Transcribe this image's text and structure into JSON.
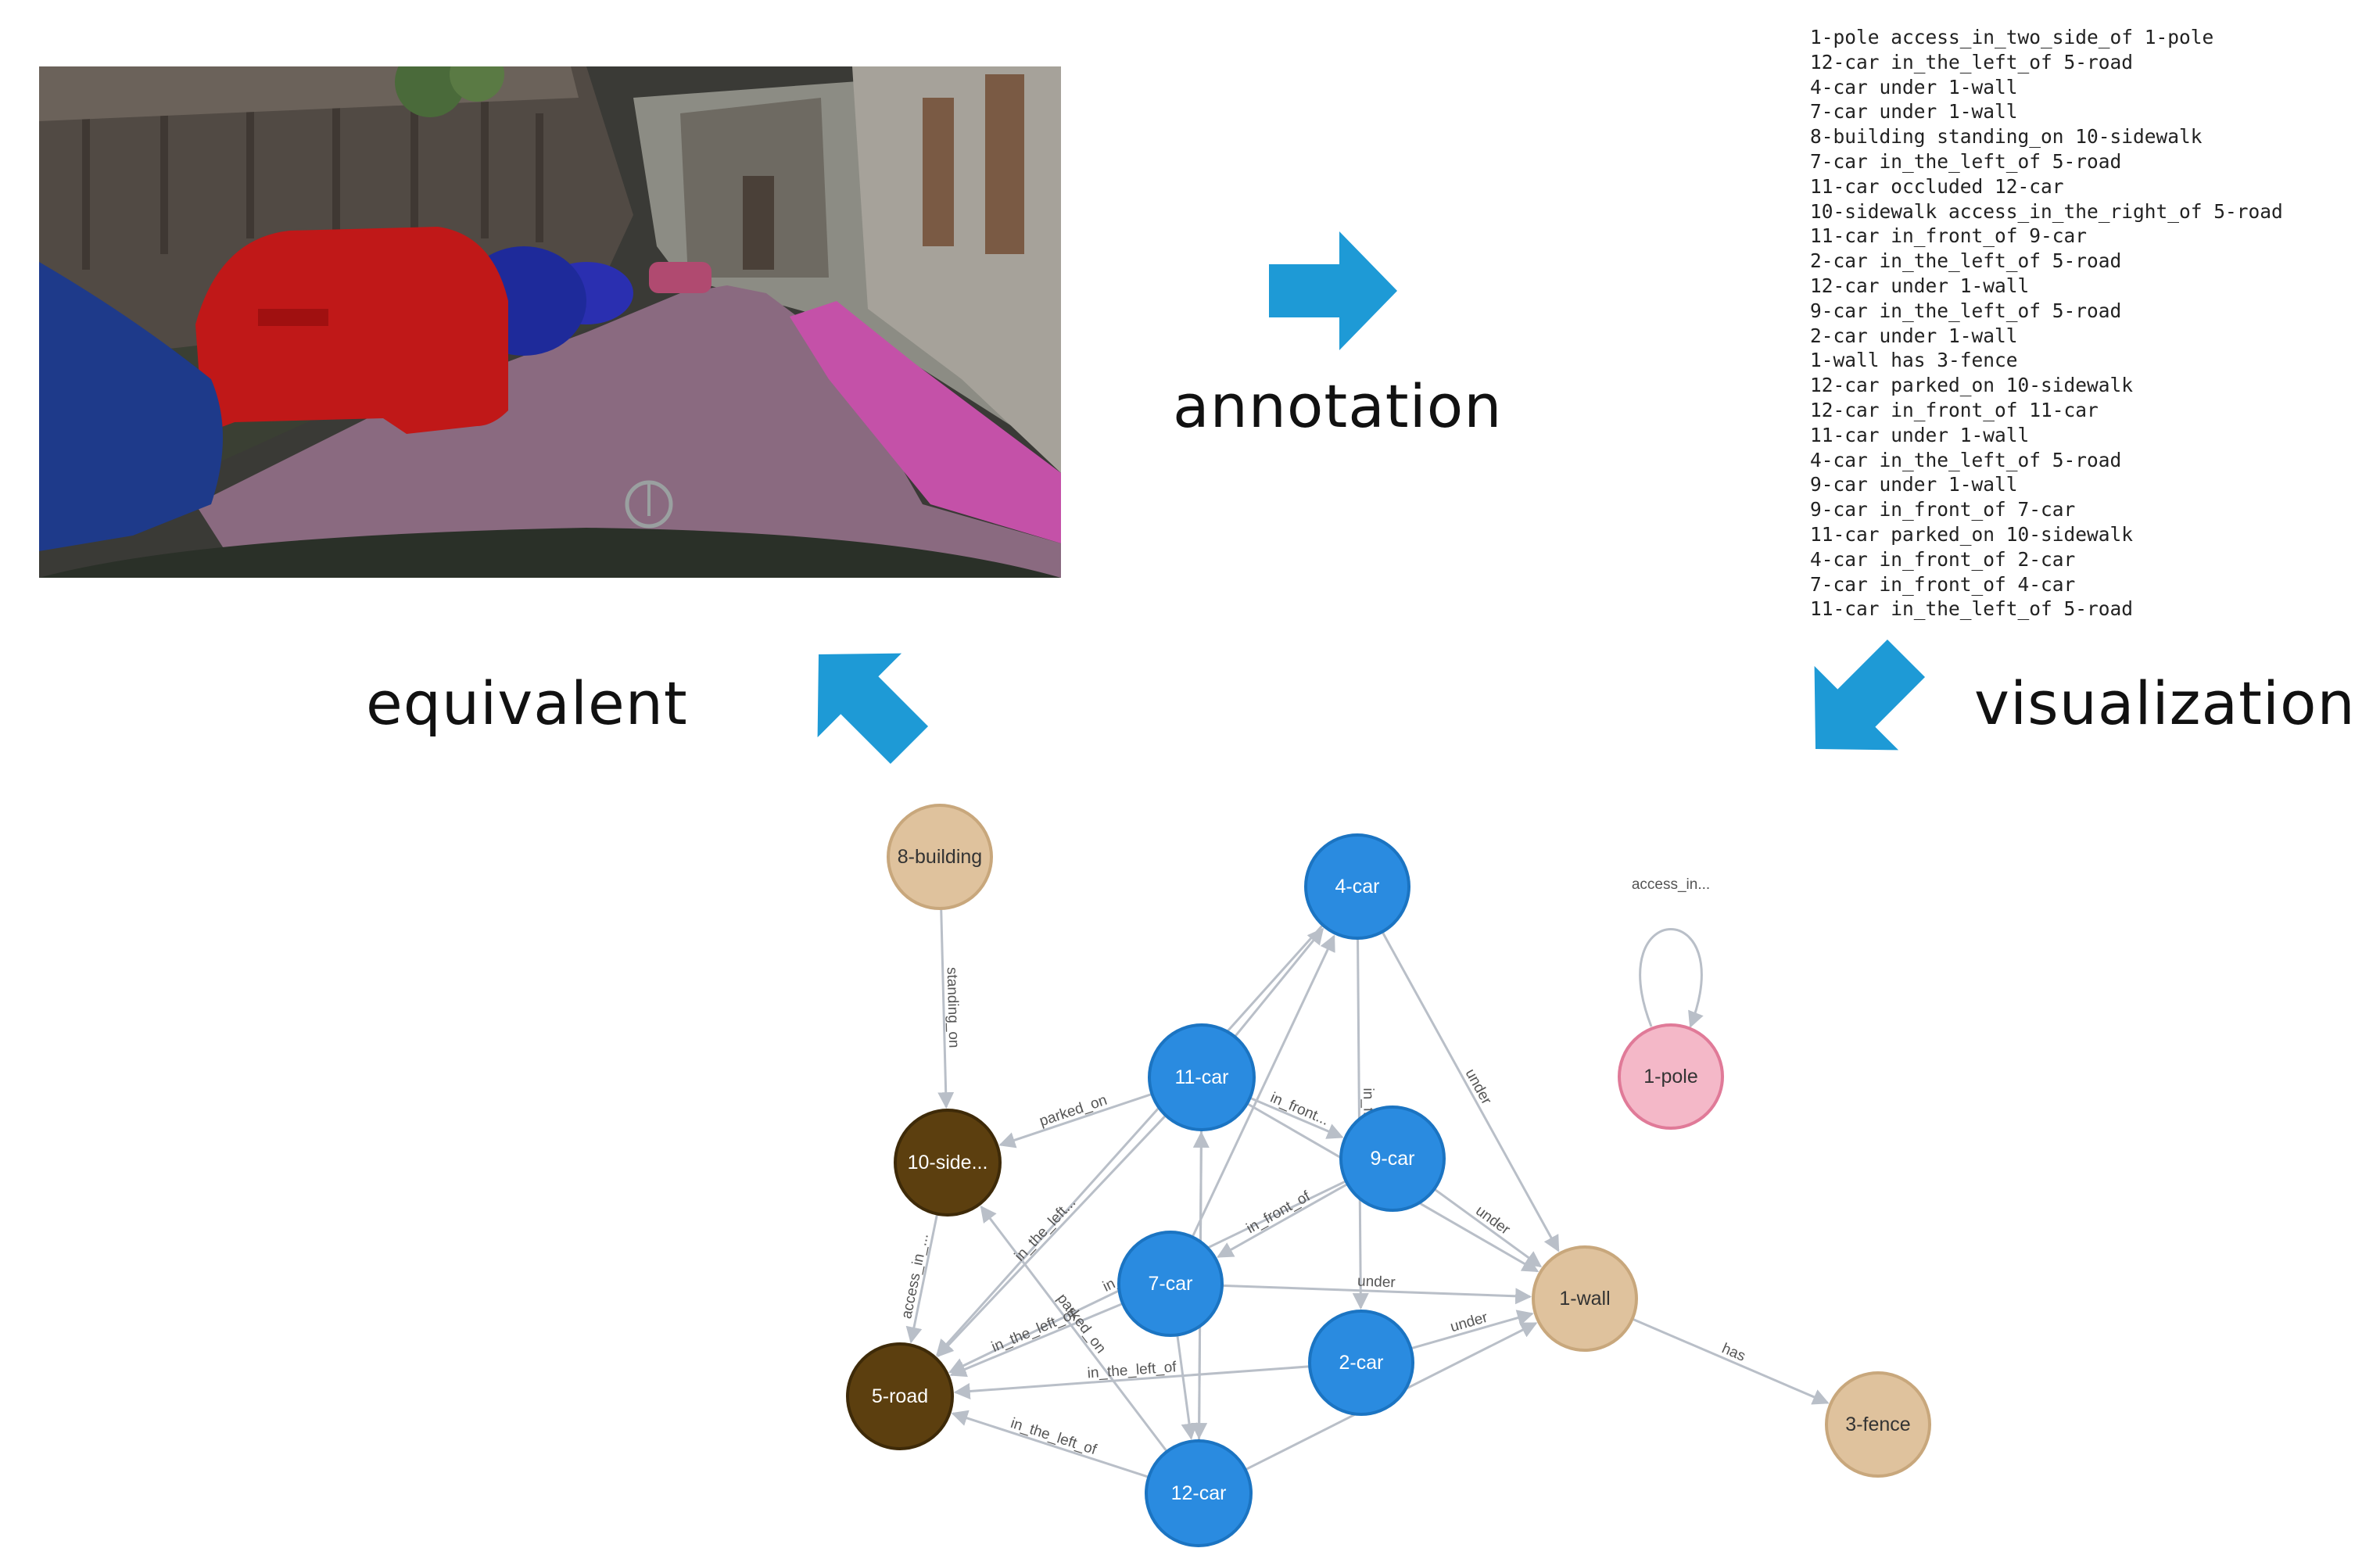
{
  "labels": {
    "annotation": "annotation",
    "visualization": "visualization",
    "equivalent": "equivalent"
  },
  "colors": {
    "arrow": "#1e9ad6",
    "car": "#2a8be0",
    "car_stroke": "#1b74c2",
    "road": "#5c3f0f",
    "tan": "#dfc29d",
    "tan_stroke": "#c8a77c",
    "pole": "#f4b8c8",
    "pole_stroke": "#e07a98"
  },
  "relations": [
    "1-pole access_in_two_side_of 1-pole",
    "12-car in_the_left_of 5-road",
    "4-car under 1-wall",
    "7-car under 1-wall",
    "8-building standing_on 10-sidewalk",
    "7-car in_the_left_of 5-road",
    "11-car occluded 12-car",
    "10-sidewalk access_in_the_right_of 5-road",
    "11-car in_front_of 9-car",
    "2-car in_the_left_of 5-road",
    "12-car under 1-wall",
    "9-car in_the_left_of 5-road",
    "2-car under 1-wall",
    "1-wall has 3-fence",
    "12-car parked_on 10-sidewalk",
    "12-car in_front_of 11-car",
    "11-car under 1-wall",
    "4-car in_the_left_of 5-road",
    "9-car under 1-wall",
    "9-car in_front_of 7-car",
    "11-car parked_on 10-sidewalk",
    "4-car in_front_of 2-car",
    "7-car in_front_of 4-car",
    "11-car in_the_left_of 5-road"
  ],
  "graph": {
    "nodes": [
      {
        "id": "8-building",
        "label": "8-building",
        "kind": "tan"
      },
      {
        "id": "4-car",
        "label": "4-car",
        "kind": "car"
      },
      {
        "id": "11-car",
        "label": "11-car",
        "kind": "car"
      },
      {
        "id": "9-car",
        "label": "9-car",
        "kind": "car"
      },
      {
        "id": "10-sidewalk",
        "label": "10-side...",
        "kind": "road"
      },
      {
        "id": "7-car",
        "label": "7-car",
        "kind": "car"
      },
      {
        "id": "1-wall",
        "label": "1-wall",
        "kind": "tan"
      },
      {
        "id": "2-car",
        "label": "2-car",
        "kind": "car"
      },
      {
        "id": "5-road",
        "label": "5-road",
        "kind": "road"
      },
      {
        "id": "12-car",
        "label": "12-car",
        "kind": "car"
      },
      {
        "id": "3-fence",
        "label": "3-fence",
        "kind": "tan"
      },
      {
        "id": "1-pole",
        "label": "1-pole",
        "kind": "pole"
      }
    ],
    "edges": [
      {
        "from": "8-building",
        "to": "10-sidewalk",
        "label": "standing_on"
      },
      {
        "from": "11-car",
        "to": "10-sidewalk",
        "label": "parked_on"
      },
      {
        "from": "12-car",
        "to": "10-sidewalk",
        "label": "parked_on"
      },
      {
        "from": "10-sidewalk",
        "to": "5-road",
        "label": "access_in_..."
      },
      {
        "from": "11-car",
        "to": "5-road",
        "label": "in_the_left..."
      },
      {
        "from": "9-car",
        "to": "5-road",
        "label": "in_the_left_of"
      },
      {
        "from": "7-car",
        "to": "5-road",
        "label": "in_the_left_of"
      },
      {
        "from": "2-car",
        "to": "5-road",
        "label": "in_the_left_of"
      },
      {
        "from": "12-car",
        "to": "5-road",
        "label": "in_the_left_of"
      },
      {
        "from": "4-car",
        "to": "5-road",
        "label": ""
      },
      {
        "from": "11-car",
        "to": "9-car",
        "label": "in_front..."
      },
      {
        "from": "12-car",
        "to": "11-car",
        "label": "in_front_of"
      },
      {
        "from": "9-car",
        "to": "7-car",
        "label": "in_front_of"
      },
      {
        "from": "7-car",
        "to": "4-car",
        "label": ""
      },
      {
        "from": "4-car",
        "to": "2-car",
        "label": "in_front_of"
      },
      {
        "from": "11-car",
        "to": "12-car",
        "label": "occluded"
      },
      {
        "from": "11-car",
        "to": "4-car",
        "label": ""
      },
      {
        "from": "4-car",
        "to": "1-wall",
        "label": "under"
      },
      {
        "from": "9-car",
        "to": "1-wall",
        "label": "under"
      },
      {
        "from": "7-car",
        "to": "1-wall",
        "label": "under"
      },
      {
        "from": "2-car",
        "to": "1-wall",
        "label": "under"
      },
      {
        "from": "12-car",
        "to": "1-wall",
        "label": ""
      },
      {
        "from": "11-car",
        "to": "1-wall",
        "label": ""
      },
      {
        "from": "1-wall",
        "to": "3-fence",
        "label": "has"
      },
      {
        "from": "7-car",
        "to": "12-car",
        "label": ""
      },
      {
        "from": "1-pole",
        "to": "1-pole",
        "label": "access_in..."
      }
    ]
  }
}
